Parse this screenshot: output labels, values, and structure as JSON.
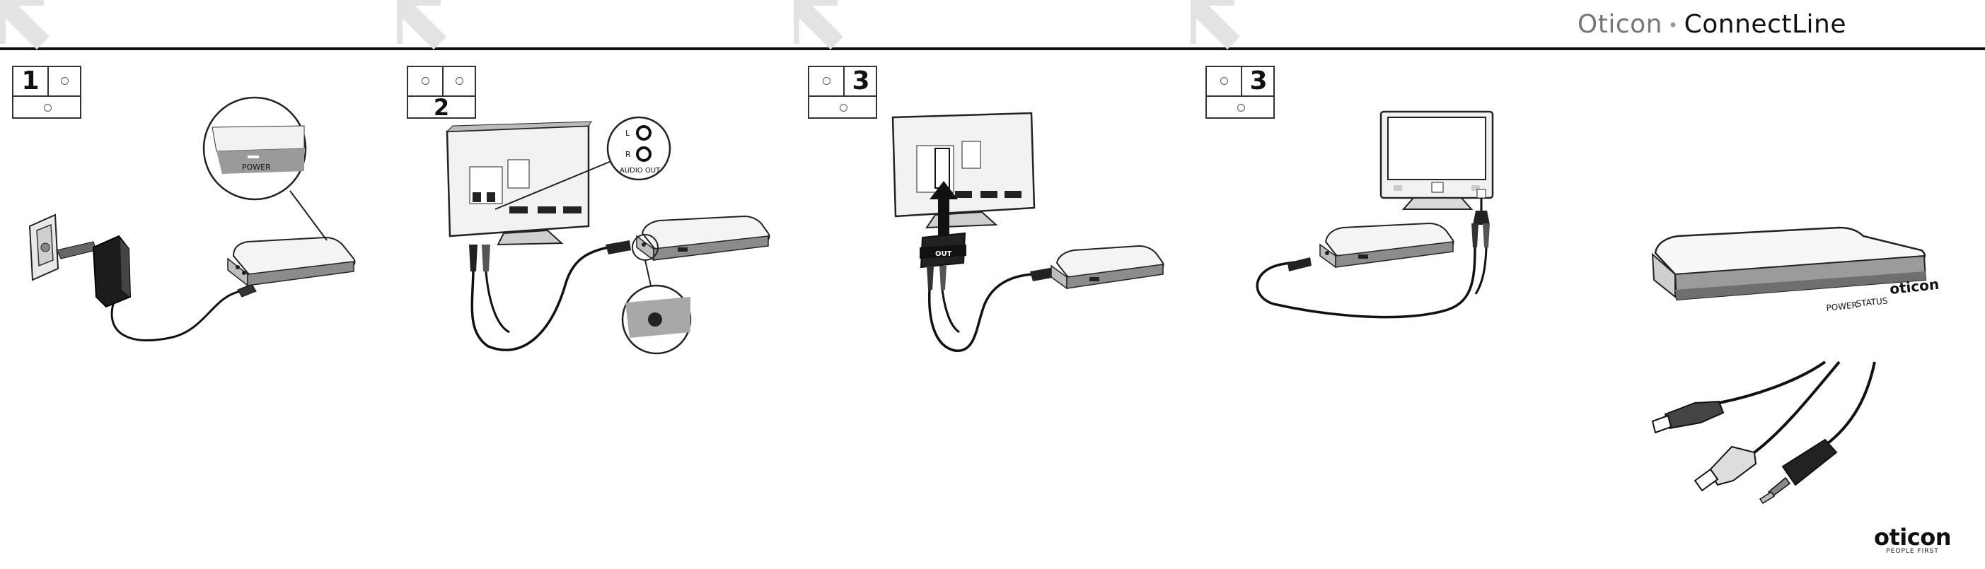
{
  "brand": {
    "part1": "Oticon",
    "separator": "•",
    "part2": "ConnectLine"
  },
  "steps": [
    {
      "id": "panel-1",
      "number": "1"
    },
    {
      "id": "panel-2",
      "number": "2"
    },
    {
      "id": "panel-3",
      "number": "3"
    },
    {
      "id": "panel-4",
      "number": "3"
    }
  ],
  "labels": {
    "power": "POWER",
    "left": "L",
    "right": "R",
    "audio_out": "AUDIO OUT",
    "scart_out": "OUT",
    "device_power": "POWER",
    "device_status": "STATUS",
    "device_brand": "oticon"
  },
  "logo": {
    "word": "oticon",
    "tagline": "PEOPLE FIRST"
  },
  "icons": [
    "corner-arrow-icon",
    "wall-socket-icon",
    "power-adapter-icon",
    "tv-icon",
    "rca-cable-icon",
    "scart-adapter-icon",
    "jack-plug-icon",
    "tv-adapter-box-icon"
  ]
}
